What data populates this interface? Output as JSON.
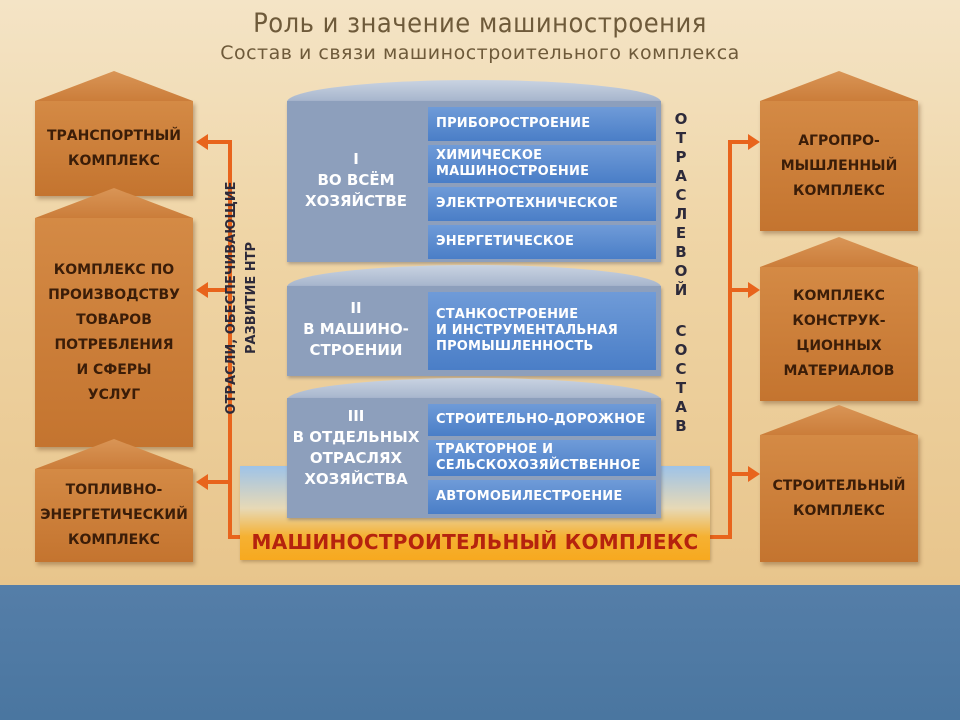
{
  "title": "Роль и значение машиностроения",
  "subtitle": "Состав и связи машиностроительного комплекса",
  "left_boxes": [
    "ТРАНСПОРТНЫЙ\nКОМПЛЕКС",
    "КОМПЛЕКС ПО\nПРОИЗВОДСТВУ\nТОВАРОВ\nПОТРЕБЛЕНИЯ\nИ СФЕРЫ\nУСЛУГ",
    "ТОПЛИВНО-\nЭНЕРГЕТИЧЕСКИЙ\nКОМПЛЕКС"
  ],
  "right_boxes": [
    "АГРОПРО-\nМЫШЛЕННЫЙ\nКОМПЛЕКС",
    "КОМПЛЕКС\nКОНСТРУК-\nЦИОННЫХ\nМАТЕРИАЛОВ",
    "СТРОИТЕЛЬНЫЙ\nКОМПЛЕКС"
  ],
  "tiers": [
    {
      "label": "I\nВО ВСЁМ\nХОЗЯЙСТВЕ",
      "branches": [
        "ПРИБОРОСТРОЕНИЕ",
        "ХИМИЧЕСКОЕ\nМАШИНОСТРОЕНИЕ",
        "ЭЛЕКТРОТЕХНИЧЕСКОЕ",
        "ЭНЕРГЕТИЧЕСКОЕ"
      ]
    },
    {
      "label": "II\nВ МАШИНО-\nСТРОЕНИИ",
      "branches": [
        "СТАНКОСТРОЕНИЕ\nИ ИНСТРУМЕНТАЛЬНАЯ\nПРОМЫШЛЕННОСТЬ"
      ]
    },
    {
      "label": "III\nВ ОТДЕЛЬНЫХ\nОТРАСЛЯХ\nХОЗЯЙСТВА",
      "branches": [
        "СТРОИТЕЛЬНО-ДОРОЖНОЕ",
        "ТРАКТОРНОЕ И\nСЕЛЬСКОХОЗЯЙСТВЕННОЕ",
        "АВТОМОБИЛЕСТРОЕНИЕ"
      ]
    }
  ],
  "left_vertical_text": "ОТРАСЛИ, ОБЕСПЕЧИВАЮЩИЕ РАЗВИТИЕ НТР",
  "right_vertical_text": "ОТРАСЛЕВОЙ СОСТАВ",
  "base_label": "МАШИНОСТРОИТЕЛЬНЫЙ КОМПЛЕКС",
  "colors": {
    "box": "#c97a34",
    "connector": "#e8641c",
    "tier": "#8d9fbc",
    "branch": "#4a7ec7",
    "base_label": "#b5230e"
  }
}
